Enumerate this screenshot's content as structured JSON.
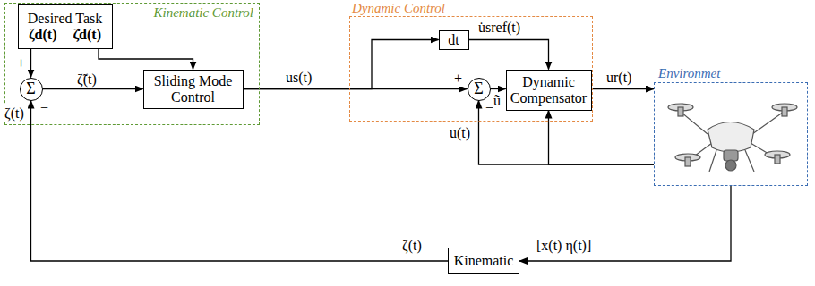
{
  "diagram": {
    "nodes": [
      {
        "text": [
          "Kinematic Control"
        ]
      },
      {
        "text": [
          "Desired Task",
          "ζd(t) ζ̇d(t)"
        ],
        "in": 0
      },
      {
        "text": [
          "Σ"
        ],
        "in": 0
      },
      {
        "text": [
          "Sliding Mode Control"
        ],
        "in": 0
      },
      {
        "text": [
          "Dynamic Control"
        ]
      },
      {
        "text": [
          "dt"
        ],
        "in": 4
      },
      {
        "text": [
          "Σ"
        ],
        "in": 4
      },
      {
        "text": [
          "Dynamic Compensator"
        ],
        "in": 4
      },
      {
        "text": [
          "Environmet"
        ]
      },
      {
        "text": [
          "Kinematic"
        ]
      }
    ],
    "edges": [
      {
        "from": 1,
        "to": 2,
        "arrow": "to"
      },
      {
        "from": 1,
        "to": 3,
        "arrow": "to"
      },
      {
        "from": 2,
        "to": 3,
        "label": "ζ̃(t)",
        "arrow": "to"
      },
      {
        "from": 3,
        "to": 6,
        "label": "us(t)",
        "arrow": "to"
      },
      {
        "from": 3,
        "to": 5,
        "arrow": "to"
      },
      {
        "from": 5,
        "to": 7,
        "label": "u̇sref(t)",
        "arrow": "to"
      },
      {
        "from": 6,
        "to": 7,
        "label": "ũ",
        "arrow": "to"
      },
      {
        "from": 7,
        "to": 8,
        "label": "ur(t)",
        "arrow": "to"
      },
      {
        "from": 8,
        "to": 6,
        "label": "u(t)",
        "arrow": "to"
      },
      {
        "from": 8,
        "to": 7,
        "arrow": "to"
      },
      {
        "from": 8,
        "to": 9,
        "label": "[x(t) η(t)]",
        "arrow": "to"
      },
      {
        "from": 9,
        "to": 2,
        "label": "ζ(t)",
        "arrow": "to"
      }
    ],
    "labels": [
      "+",
      "ζ(t)",
      "−",
      "+",
      "−"
    ]
  }
}
